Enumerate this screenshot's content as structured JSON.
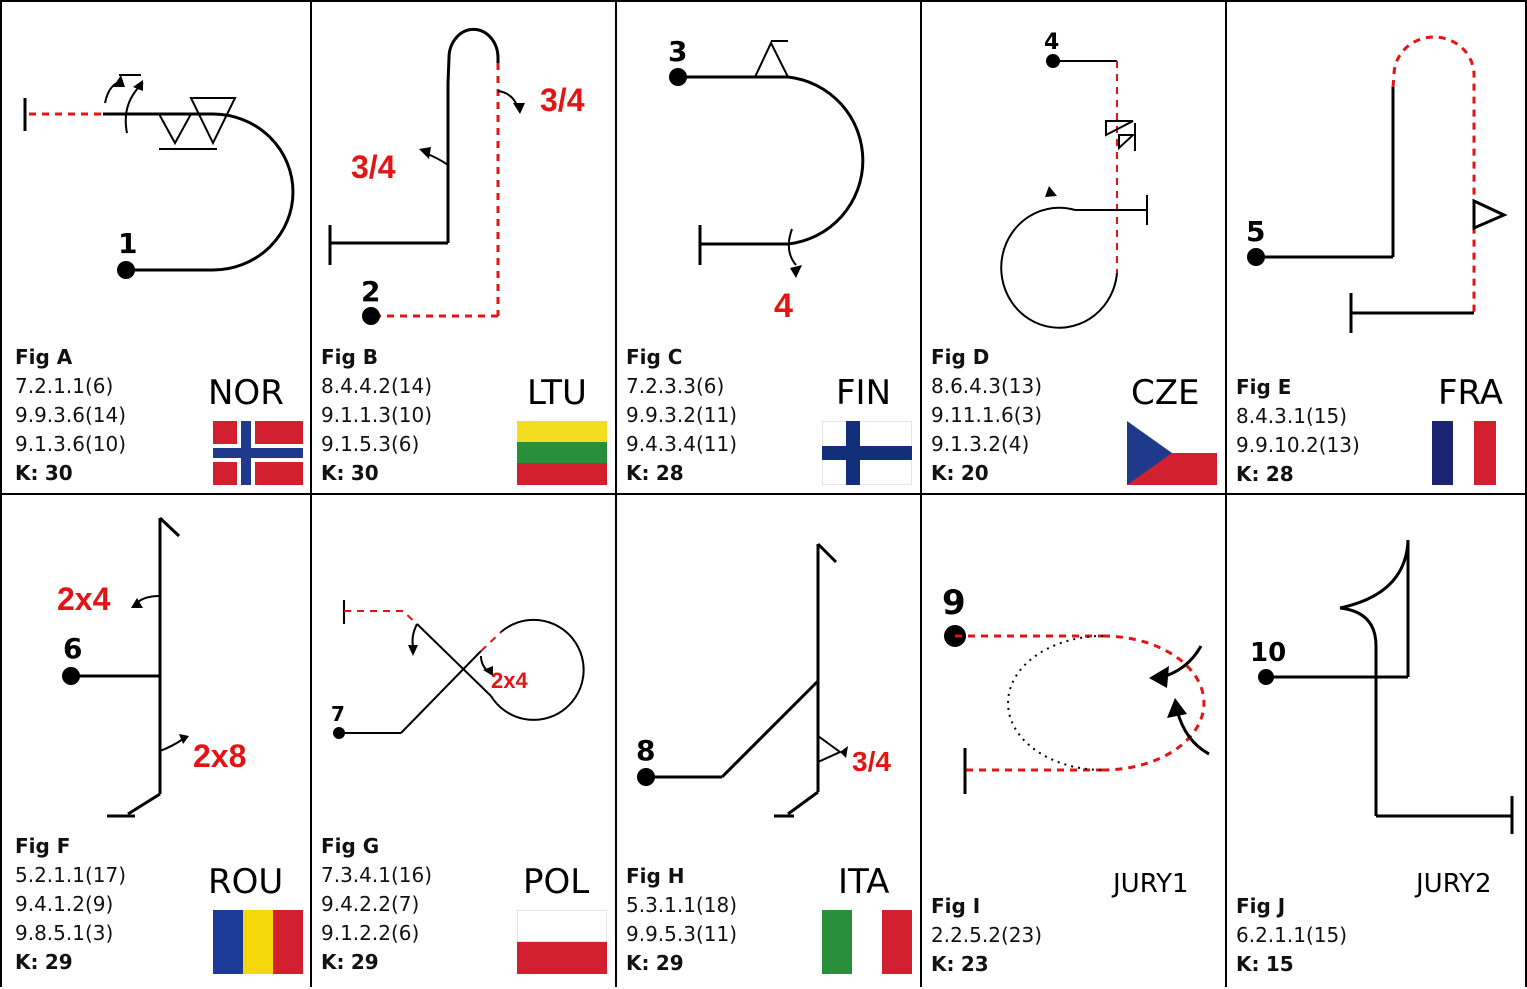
{
  "figures": [
    {
      "name": "Fig A",
      "codes": [
        "7.2.1.1(6)",
        "9.9.3.6(14)",
        "9.1.3.6(10)"
      ],
      "k_label": "K:",
      "k_value": "30",
      "country": "NOR",
      "start": "1",
      "flag_colors": [
        "#d32030",
        "#ffffff",
        "#1f3a8a"
      ]
    },
    {
      "name": "Fig B",
      "codes": [
        "8.4.4.2(14)",
        "9.1.1.3(10)",
        "9.1.5.3(6)"
      ],
      "k_label": "K:",
      "k_value": "30",
      "country": "LTU",
      "start": "2",
      "roll_labels": [
        "3/4",
        "3/4"
      ],
      "flag_colors": [
        "#f2de1f",
        "#2a8f3a",
        "#d32030"
      ]
    },
    {
      "name": "Fig C",
      "codes": [
        "7.2.3.3(6)",
        "9.9.3.2(11)",
        "9.4.3.4(11)"
      ],
      "k_label": "K:",
      "k_value": "28",
      "country": "FIN",
      "start": "3",
      "roll_labels": [
        "4"
      ],
      "flag_colors": [
        "#ffffff",
        "#12307a"
      ]
    },
    {
      "name": "Fig D",
      "codes": [
        "8.6.4.3(13)",
        "9.11.1.6(3)",
        "9.1.3.2(4)"
      ],
      "k_label": "K:",
      "k_value": "20",
      "country": "CZE",
      "start": "4",
      "flag_colors": [
        "#ffffff",
        "#d32030",
        "#1f3a8a"
      ]
    },
    {
      "name": "Fig E",
      "codes": [
        "8.4.3.1(15)",
        "9.9.10.2(13)"
      ],
      "k_label": "K:",
      "k_value": "28",
      "country": "FRA",
      "start": "5",
      "flag_colors": [
        "#1a2470",
        "#ffffff",
        "#d32030"
      ]
    },
    {
      "name": "Fig F",
      "codes": [
        "5.2.1.1(17)",
        "9.4.1.2(9)",
        "9.8.5.1(3)"
      ],
      "k_label": "K:",
      "k_value": "29",
      "country": "ROU",
      "start": "6",
      "roll_labels": [
        "2x4",
        "2x8"
      ],
      "flag_colors": [
        "#1d3c9a",
        "#f5d80a",
        "#d32030"
      ]
    },
    {
      "name": "Fig G",
      "codes": [
        "7.3.4.1(16)",
        "9.4.2.2(7)",
        "9.1.2.2(6)"
      ],
      "k_label": "K:",
      "k_value": "29",
      "country": "POL",
      "start": "7",
      "roll_labels": [
        "2x4"
      ],
      "flag_colors": [
        "#ffffff",
        "#d32030"
      ]
    },
    {
      "name": "Fig H",
      "codes": [
        "5.3.1.1(18)",
        "9.9.5.3(11)"
      ],
      "k_label": "K:",
      "k_value": "29",
      "country": "ITA",
      "start": "8",
      "roll_labels": [
        "3/4"
      ],
      "flag_colors": [
        "#2a8f3a",
        "#ffffff",
        "#d32030"
      ]
    },
    {
      "name": "Fig I",
      "codes": [
        "2.2.5.2(23)"
      ],
      "k_label": "K:",
      "k_value": "23",
      "country": "JURY1",
      "start": "9"
    },
    {
      "name": "Fig J",
      "codes": [
        "6.2.1.1(15)"
      ],
      "k_label": "K:",
      "k_value": "15",
      "country": "JURY2",
      "start": "10"
    }
  ]
}
